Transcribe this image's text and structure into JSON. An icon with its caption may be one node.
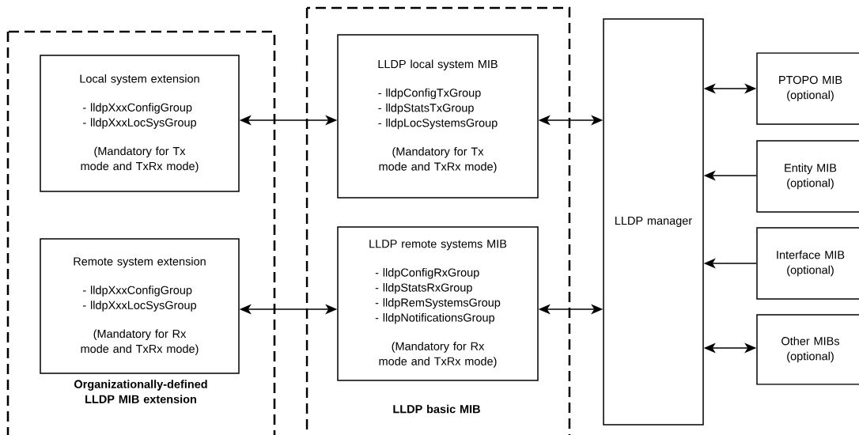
{
  "diagram": {
    "nodes": [
      {
        "text": [
          "Organizationally-defined LLDP MIB extension"
        ]
      },
      {
        "text": [
          "Local system extension",
          "- lldpXxxConfigGroup",
          "- lldpXxxLocSysGroup",
          "(Mandatory for Tx mode and TxRx mode)"
        ],
        "in": 0
      },
      {
        "text": [
          "Remote system extension",
          "- lldpXxxConfigGroup",
          "- lldpXxxLocSysGroup",
          "(Mandatory for Rx mode and TxRx mode)"
        ],
        "in": 0
      },
      {
        "text": [
          "LLDP basic MIB"
        ]
      },
      {
        "text": [
          "LLDP local system MIB",
          "- lldpConfigTxGroup",
          "- lldpStatsTxGroup",
          "- lldpLocSystemsGroup",
          "(Mandatory for Tx mode and TxRx mode)"
        ],
        "in": 3
      },
      {
        "text": [
          "LLDP remote systems MIB",
          "- lldpConfigRxGroup",
          "- lldpStatsRxGroup",
          "- lldpRemSystemsGroup",
          "- lldpNotificationsGroup",
          "(Mandatory for Rx mode and TxRx mode)"
        ],
        "in": 3
      },
      {
        "text": [
          "LLDP manager"
        ]
      },
      {
        "text": [
          "PTOPO MIB",
          "(optional)"
        ]
      },
      {
        "text": [
          "Entity MIB",
          "(optional)"
        ]
      },
      {
        "text": [
          "Interface MIB",
          "(optional)"
        ]
      },
      {
        "text": [
          "Other MIBs",
          "(optional)"
        ]
      }
    ],
    "edges": [
      {
        "from": 1,
        "to": 4,
        "arrow": "both"
      },
      {
        "from": 2,
        "to": 5,
        "arrow": "both"
      },
      {
        "from": 4,
        "to": 6,
        "arrow": "both"
      },
      {
        "from": 5,
        "to": 6,
        "arrow": "both"
      },
      {
        "from": 7,
        "to": 6,
        "arrow": "both"
      },
      {
        "from": 8,
        "to": 6,
        "arrow": "to"
      },
      {
        "from": 9,
        "to": 6,
        "arrow": "to"
      },
      {
        "from": 10,
        "to": 6,
        "arrow": "both"
      }
    ]
  }
}
